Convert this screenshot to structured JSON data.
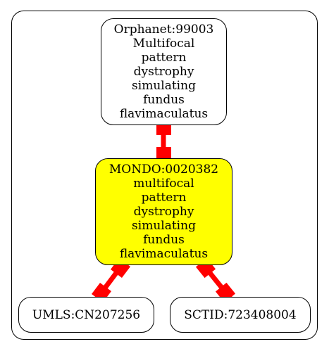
{
  "diagram": {
    "nodes": {
      "orphanet": {
        "lines": [
          "Orphanet:99003",
          "Multifocal",
          "pattern",
          "dystrophy",
          "simulating",
          "fundus",
          "flavimaculatus"
        ],
        "fill": "#ffffff"
      },
      "mondo": {
        "lines": [
          "MONDO:0020382",
          "multifocal",
          "pattern",
          "dystrophy",
          "simulating",
          "fundus",
          "flavimaculatus"
        ],
        "fill": "#ffff00"
      },
      "umls": {
        "lines": [
          "UMLS:CN207256"
        ],
        "fill": "#ffffff"
      },
      "sctid": {
        "lines": [
          "SCTID:723408004"
        ],
        "fill": "#ffffff"
      }
    },
    "edges": [
      {
        "from": "orphanet",
        "to": "mondo"
      },
      {
        "from": "mondo",
        "to": "umls"
      },
      {
        "from": "mondo",
        "to": "sctid"
      }
    ],
    "colors": {
      "edge": "#ff0000",
      "border": "#000000"
    }
  }
}
